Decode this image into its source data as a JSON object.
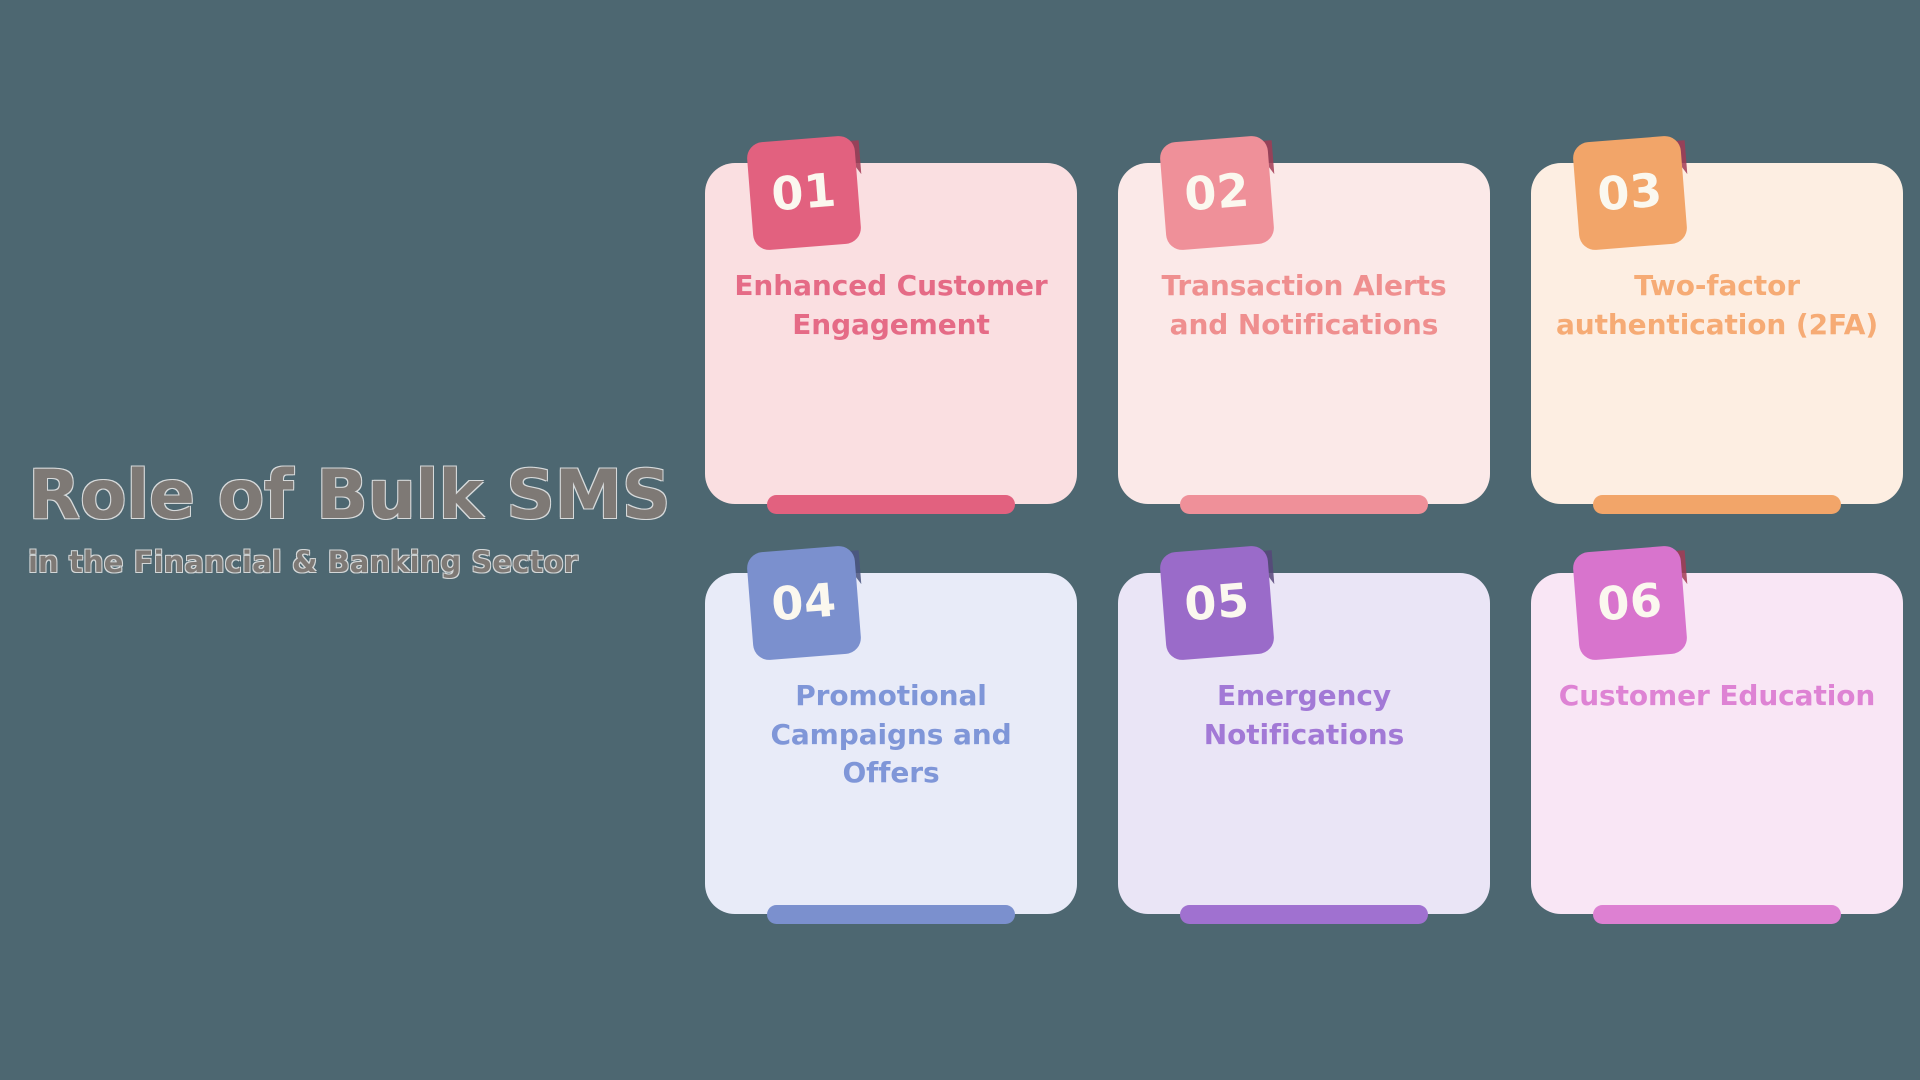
{
  "background_color": "#4d6771",
  "heading": {
    "title": "Role of Bulk SMS",
    "subtitle": "in the Financial & Banking Sector",
    "text_color": "#7e7975"
  },
  "cards": [
    {
      "number": "01",
      "title": "Enhanced Customer Engagement",
      "card_bg": "#fadfe1",
      "badge_bg": "#e2617f",
      "bar_color": "#e2617f",
      "title_color": "#e56b86",
      "number_color": "#fbf8ef",
      "fold_color": "#a33b55"
    },
    {
      "number": "02",
      "title": "Transaction Alerts and Notifications",
      "card_bg": "#fbe9e8",
      "badge_bg": "#ef9099",
      "bar_color": "#ef9099",
      "title_color": "#ef8f8f",
      "number_color": "#fbf8ef",
      "fold_color": "#a33b55"
    },
    {
      "number": "03",
      "title": "Two-factor authentication (2FA)",
      "card_bg": "#fdeee2",
      "badge_bg": "#f2a569",
      "bar_color": "#f2a569",
      "title_color": "#f6ab75",
      "number_color": "#fbf8ef",
      "fold_color": "#a33b55"
    },
    {
      "number": "04",
      "title": "Promotional Campaigns and Offers",
      "card_bg": "#e8ebf8",
      "badge_bg": "#7b90ce",
      "bar_color": "#7b90ce",
      "title_color": "#7f96d8",
      "number_color": "#fbf8ef",
      "fold_color": "#4a5580"
    },
    {
      "number": "05",
      "title": "Emergency Notifications",
      "card_bg": "#eae5f6",
      "badge_bg": "#9a6bc9",
      "bar_color": "#a071d0",
      "title_color": "#a279d6",
      "number_color": "#fbf8ef",
      "fold_color": "#57467a"
    },
    {
      "number": "06",
      "title": "Customer Education",
      "card_bg": "#f9e6f5",
      "badge_bg": "#d874cd",
      "bar_color": "#dd80d2",
      "title_color": "#de83d4",
      "number_color": "#fbf8ef",
      "fold_color": "#a33b55"
    }
  ]
}
